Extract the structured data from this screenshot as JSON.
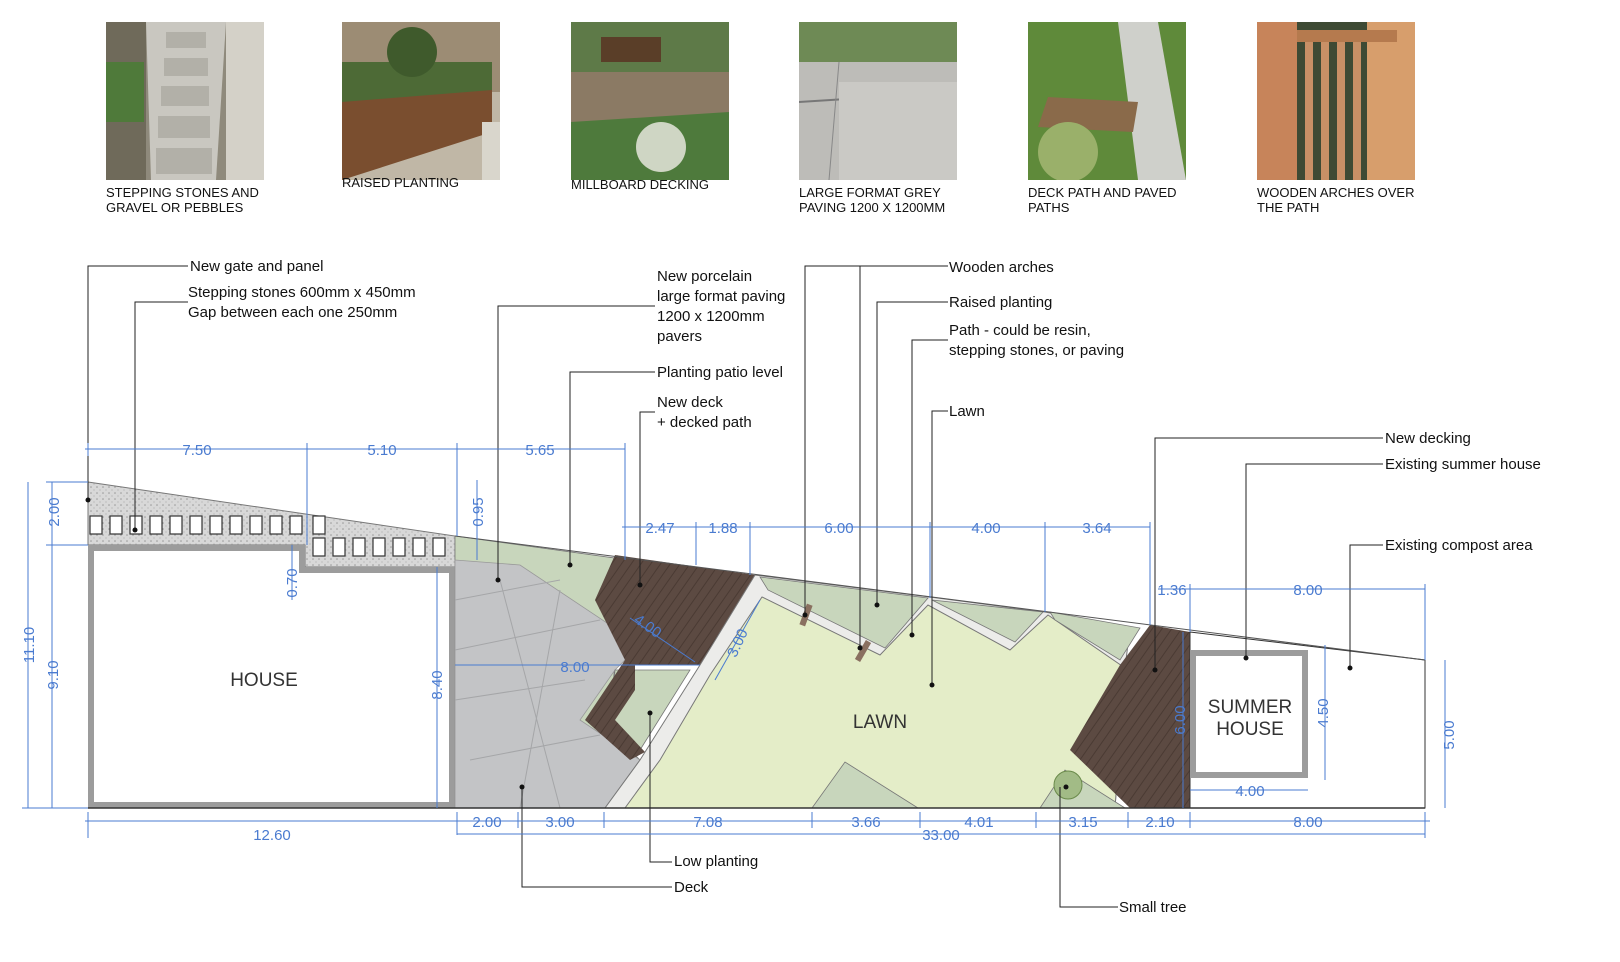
{
  "photos": [
    {
      "caption": "STEPPING STONES AND\nGRAVEL OR PEBBLES",
      "icon": "stepping-stones-photo"
    },
    {
      "caption": "RAISED PLANTING",
      "icon": "raised-planting-photo"
    },
    {
      "caption": "MILLBOARD DECKING",
      "icon": "decking-photo"
    },
    {
      "caption": "LARGE FORMAT GREY\nPAVING 1200 X 1200MM",
      "icon": "grey-paving-photo"
    },
    {
      "caption": "DECK PATH AND PAVED\nPATHS",
      "icon": "deck-path-photo"
    },
    {
      "caption": "WOODEN ARCHES OVER\nTHE PATH",
      "icon": "wooden-arches-photo"
    }
  ],
  "labels": {
    "gate": "New gate and panel",
    "stepping_1": "Stepping stones 600mm x 450mm",
    "stepping_2": "Gap between each one 250mm",
    "porcelain_1": "New porcelain",
    "porcelain_2": "large format paving",
    "porcelain_3": "1200 x 1200mm",
    "porcelain_4": "pavers",
    "planting_patio": "Planting patio level",
    "new_deck_1": "New deck",
    "new_deck_2": "+ decked path",
    "wooden_arches": "Wooden arches",
    "raised_planting": "Raised planting",
    "path_1": "Path - could be resin,",
    "path_2": "stepping stones, or paving",
    "lawn_callout": "Lawn",
    "new_decking": "New decking",
    "summer_house_callout": "Existing summer house",
    "compost": "Existing compost area",
    "low_planting": "Low planting",
    "deck": "Deck",
    "small_tree": "Small tree",
    "house": "HOUSE",
    "lawn": "LAWN",
    "summer_house_1": "SUMMER",
    "summer_house_2": "HOUSE"
  },
  "dimensions": {
    "top_750": "7.50",
    "top_510": "5.10",
    "top_565": "5.65",
    "d_095": "0.95",
    "d_200_left": "2.00",
    "d_070": "0.70",
    "d_1110": "11.10",
    "d_910": "9.10",
    "d_840": "8.40",
    "d_247": "2.47",
    "d_188": "1.88",
    "d_600": "6.00",
    "d_400": "4.00",
    "d_364": "3.64",
    "d_136": "1.36",
    "d_800_top": "8.00",
    "d_400_deck": "4.00",
    "d_300_path": "3.00",
    "d_800_patio": "8.00",
    "d_600_vert": "6.00",
    "d_450": "4.50",
    "d_500": "5.00",
    "d_400_sh": "4.00",
    "b_1260": "12.60",
    "b_200": "2.00",
    "b_300": "3.00",
    "b_708": "7.08",
    "b_366": "3.66",
    "b_3300": "33.00",
    "b_401": "4.01",
    "b_315": "3.15",
    "b_210": "2.10",
    "b_800": "8.00"
  },
  "colors": {
    "gravel": "#d7d7d7",
    "paving": "#c3c4c6",
    "planting": "#c8d6bc",
    "lawn": "#e4edc8",
    "deck": "#5c4a42",
    "path": "#ececea",
    "dimension": "#4a7bd0"
  }
}
